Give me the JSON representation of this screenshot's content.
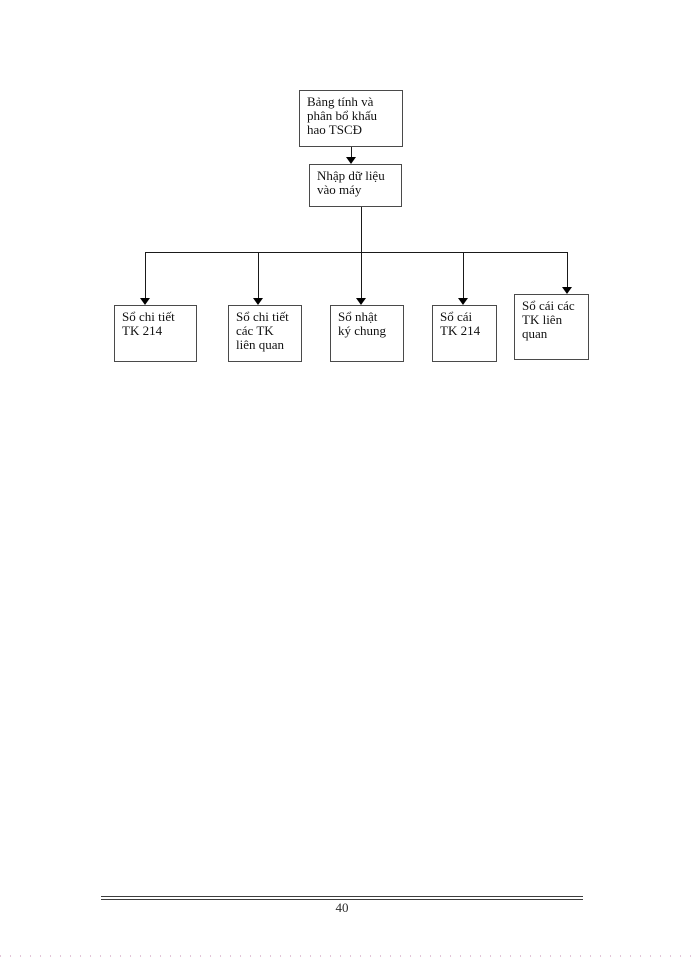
{
  "flowchart": {
    "root": {
      "label": "Bảng tính và\nphân bổ khấu\nhao TSCĐ"
    },
    "input": {
      "label": "Nhập dữ liệu\nvào máy"
    },
    "outputs": [
      {
        "label": "Sổ chi tiết\nTK 214"
      },
      {
        "label": "Sổ chi tiết\ncác TK\nliên quan"
      },
      {
        "label": "Sổ nhật\nký chung"
      },
      {
        "label": "Sổ cái\nTK 214"
      },
      {
        "label": "Sổ cái các\nTK liên\nquan"
      }
    ],
    "line_color": "#1a1a1a",
    "box_border_color": "#4a4a4a"
  },
  "footer": {
    "page_number": "40"
  }
}
